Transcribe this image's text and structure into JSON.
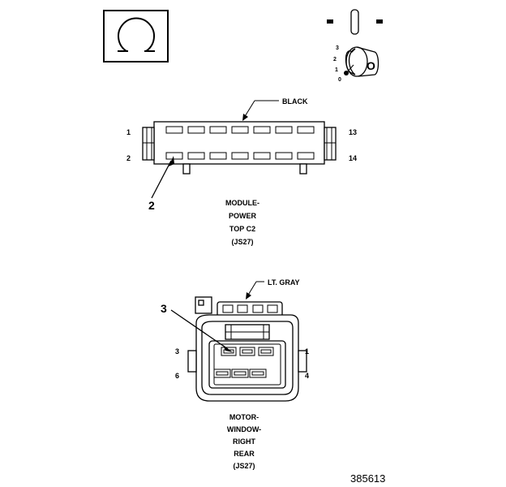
{
  "top_connector": {
    "color_label": "BLACK",
    "pin_1": "1",
    "pin_2": "2",
    "pin_13": "13",
    "pin_14": "14",
    "callout_2": "2",
    "name_lines": [
      "MODULE-",
      "POWER",
      "TOP C2",
      "(JS27)"
    ]
  },
  "bottom_connector": {
    "color_label": "LT. GRAY",
    "pin_1": "1",
    "pin_3": "3",
    "pin_4": "4",
    "pin_6": "6",
    "callout_3": "3",
    "name_lines": [
      "MOTOR-",
      "WINDOW-",
      "RIGHT",
      "REAR",
      "(JS27)"
    ]
  },
  "ignition_key": {
    "positions": [
      "3",
      "2",
      "1",
      "0"
    ],
    "key_letter": "O"
  },
  "ohm_symbol": "Ω",
  "figure_id": "385613"
}
